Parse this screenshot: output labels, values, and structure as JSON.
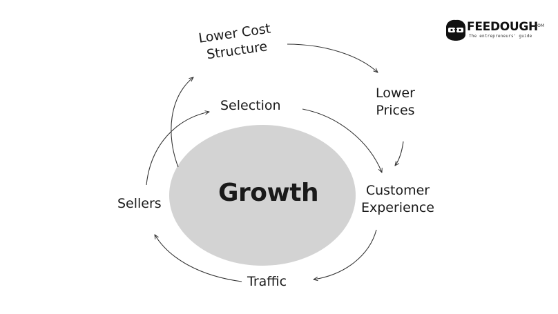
{
  "diagram": {
    "center_label": "Growth",
    "nodes": {
      "lower_cost": [
        "Lower Cost",
        "Structure"
      ],
      "lower_prices": [
        "Lower",
        "Prices"
      ],
      "selection": "Selection",
      "customer_experience": [
        "Customer",
        "Experience"
      ],
      "traffic": "Traffic",
      "sellers": "Sellers"
    }
  },
  "logo": {
    "brand": "FEEDOUGH",
    "domain_suffix": ".COM",
    "tagline": "The entrepreneurs' guide"
  },
  "colors": {
    "ellipse_fill": "#d3d3d3",
    "text": "#1a1a1a",
    "arrow": "#333333"
  }
}
